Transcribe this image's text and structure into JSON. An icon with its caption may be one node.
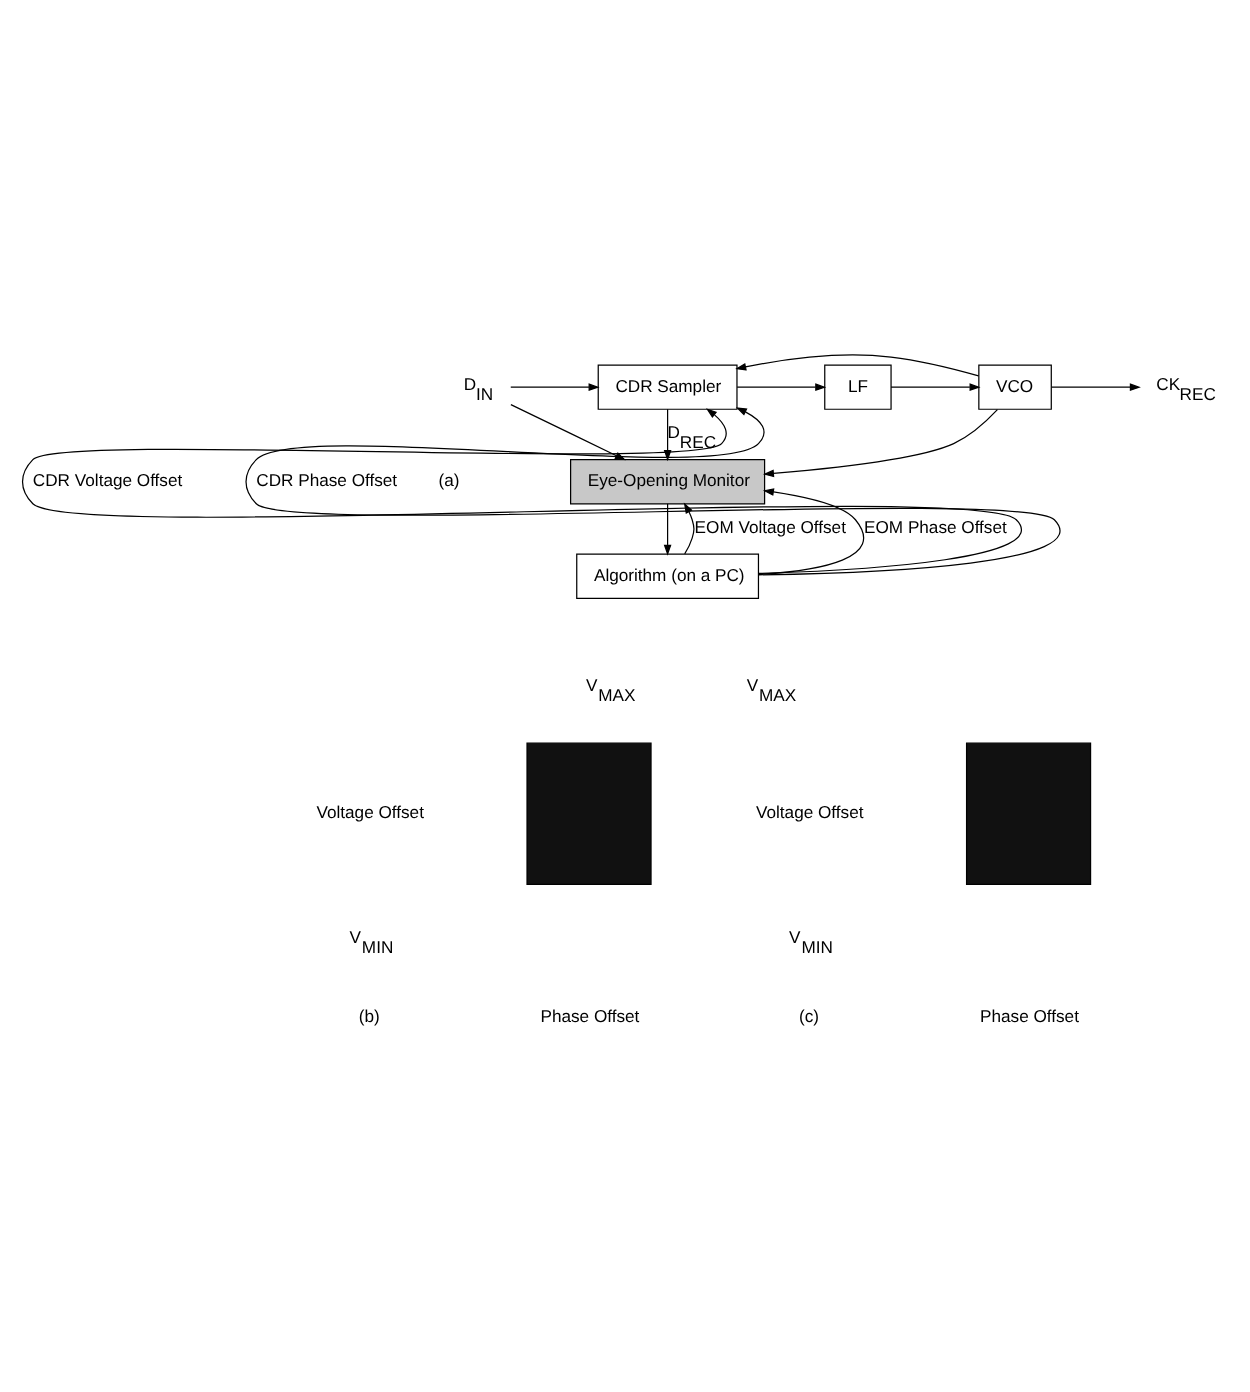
{
  "diagram": {
    "nodes": [
      {
        "text": [
          "D$_{IN}$"
        ]
      },
      {
        "text": [
          "CDR Sampler"
        ]
      },
      {
        "text": [
          "LF"
        ]
      },
      {
        "text": [
          "VCO"
        ]
      },
      {
        "text": [
          "CK$_{REC}$"
        ]
      },
      {
        "text": [
          "Eye-Opening Monitor"
        ]
      },
      {
        "text": [
          "Algorithm (on a PC)"
        ]
      },
      {
        "text": [],
        "shape": "box"
      },
      {
        "text": [],
        "shape": "box"
      }
    ],
    "edges": [
      {
        "from": 0,
        "to": 1,
        "arrow": "to"
      },
      {
        "from": 0,
        "to": 5,
        "arrow": "to"
      },
      {
        "from": 1,
        "to": 2,
        "arrow": "to"
      },
      {
        "from": 2,
        "to": 3,
        "arrow": "to"
      },
      {
        "from": 3,
        "to": 4,
        "arrow": "to"
      },
      {
        "from": 3,
        "to": 1,
        "arrow": "to"
      },
      {
        "from": 3,
        "to": 5,
        "arrow": "to"
      },
      {
        "from": 1,
        "to": 5,
        "label": "D$_{REC}$",
        "arrow": "to"
      },
      {
        "from": 6,
        "to": 1,
        "label": "CDR Voltage Offset",
        "arrow": "to"
      },
      {
        "from": 6,
        "to": 1,
        "label": "CDR Phase Offset",
        "arrow": "to"
      },
      {
        "from": 5,
        "to": 6,
        "arrow": "to"
      },
      {
        "from": 6,
        "to": 5,
        "label": "EOM Voltage Offset",
        "arrow": "to"
      },
      {
        "from": 6,
        "to": 5,
        "label": "EOM Phase Offset",
        "arrow": "to"
      }
    ],
    "labels": [
      "(a)",
      "V$_{MAX}$",
      "V$_{MAX}$",
      "Voltage Offset",
      "Voltage Offset",
      "V$_{MIN}$",
      "V$_{MIN}$",
      "(b)",
      "Phase Offset",
      "(c)",
      "Phase Offset"
    ]
  }
}
